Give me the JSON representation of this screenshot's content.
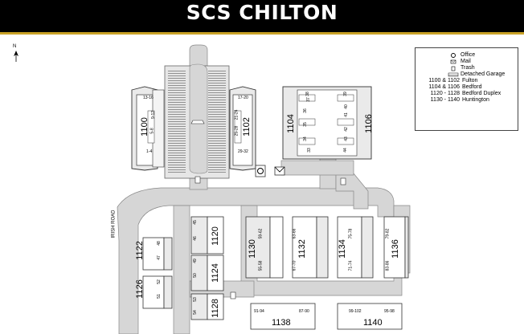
{
  "header": {
    "title": "SCS CHILTON",
    "stripe_color": "#c9a227",
    "bg_color": "#000000"
  },
  "north_label": "N",
  "road_label": "IRISH ROAD",
  "legend": {
    "items": [
      {
        "icon": "office-icon",
        "label": "Office"
      },
      {
        "icon": "mail-icon",
        "label": "Mail"
      },
      {
        "icon": "trash-icon",
        "label": "Trash"
      },
      {
        "icon": "garage-icon",
        "label": "Detached Garage"
      }
    ],
    "buildings": [
      {
        "key": "1100 & 1102",
        "label": "Fulton"
      },
      {
        "key": "1104 & 1106",
        "label": "Bedford"
      },
      {
        "key": "1120 - 1128",
        "label": "Bedford Duplex"
      },
      {
        "key": "1130 - 1140",
        "label": "Huntington"
      }
    ]
  },
  "buildings": {
    "b1100": {
      "name": "1100",
      "units": [
        "13-16",
        "9-12",
        "5-8",
        "1-4"
      ]
    },
    "b1102": {
      "name": "1102",
      "units": [
        "17-20",
        "21-24",
        "25-28",
        "29-32"
      ]
    },
    "b1104": {
      "name": "1104",
      "units": [
        "37",
        "36",
        "35",
        "34",
        "33"
      ]
    },
    "b1106": {
      "name": "1106",
      "units": [
        "38",
        "39",
        "40",
        "41",
        "42",
        "43",
        "44"
      ]
    },
    "b1120": {
      "name": "1120",
      "units": [
        "45",
        "46"
      ]
    },
    "b1122": {
      "name": "1122",
      "units": [
        "48",
        "47"
      ]
    },
    "b1124": {
      "name": "1124",
      "units": [
        "49",
        "50"
      ]
    },
    "b1126": {
      "name": "1126",
      "units": [
        "52",
        "51"
      ]
    },
    "b1128": {
      "name": "1128",
      "units": [
        "53",
        "54"
      ]
    },
    "b1130": {
      "name": "1130",
      "units": [
        "59-62",
        "55-58"
      ]
    },
    "b1132": {
      "name": "1132",
      "units": [
        "63-66",
        "67-70"
      ]
    },
    "b1134": {
      "name": "1134",
      "units": [
        "75-78",
        "71-74"
      ]
    },
    "b1136": {
      "name": "1136",
      "units": [
        "79-82",
        "83-86"
      ]
    },
    "b1138": {
      "name": "1138",
      "units": [
        "91-94",
        "87-90"
      ]
    },
    "b1140": {
      "name": "1140",
      "units": [
        "99-102",
        "95-98"
      ]
    }
  }
}
